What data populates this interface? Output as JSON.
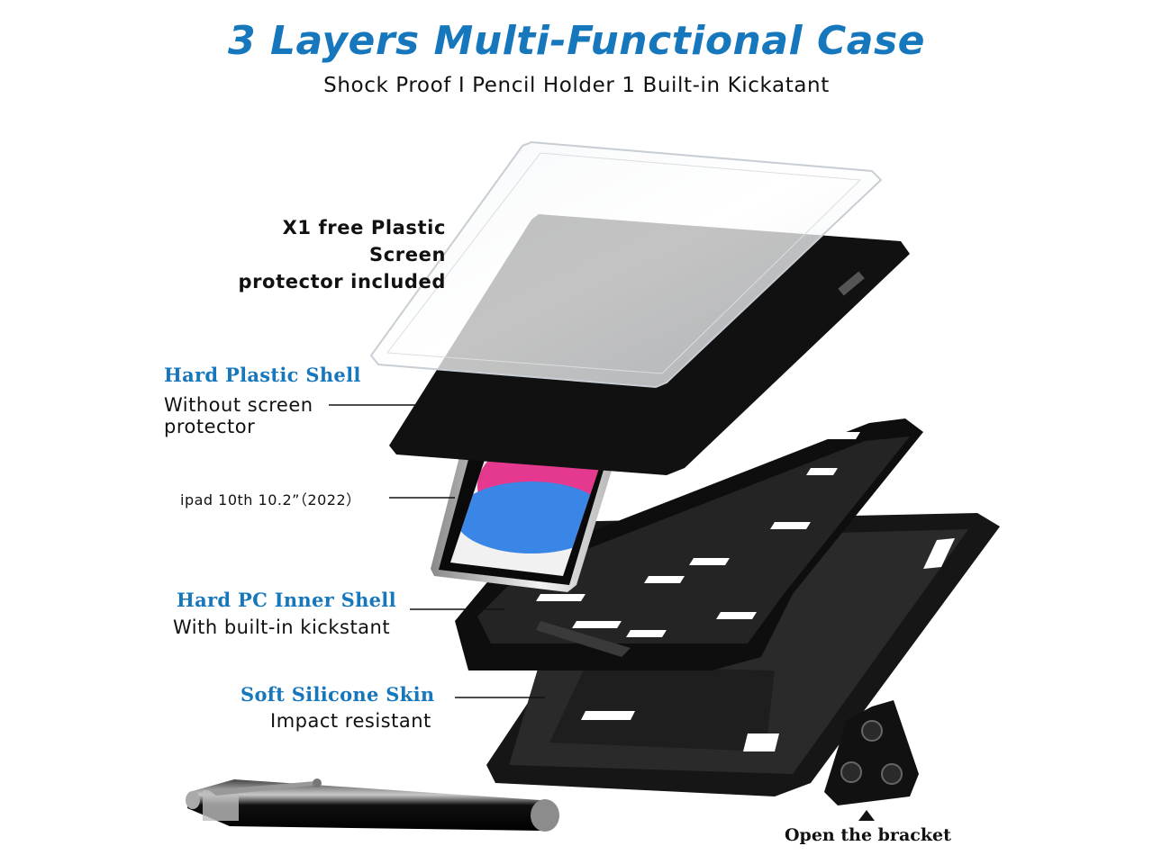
{
  "header": {
    "title": "3 Layers Multi-Functional Case",
    "subtitle": "Shock Proof I Pencil Holder 1 Built-in Kickatant"
  },
  "labels": {
    "screen_protector_line1": "X1 free Plastic Screen",
    "screen_protector_line2": "protector included",
    "hard_plastic_shell_title": "Hard Plastic Shell",
    "hard_plastic_shell_desc_line1": "Without screen",
    "hard_plastic_shell_desc_line2": "protector",
    "ipad_model": "ipad 10th 10.2”（2022）",
    "inner_shell_title": "Hard PC Inner Shell",
    "inner_shell_desc": "With built-in kickstant",
    "silicone_title": "Soft Silicone Skin",
    "silicone_desc": "Impact resistant",
    "bracket_caption": "Open the bracket"
  },
  "colors": {
    "accent_blue": "#1677bd",
    "case_black": "#1a1a1a",
    "ipad_yellow": "#f5c32c",
    "ipad_pink": "#e5398f",
    "ipad_blue": "#3a86e6"
  }
}
